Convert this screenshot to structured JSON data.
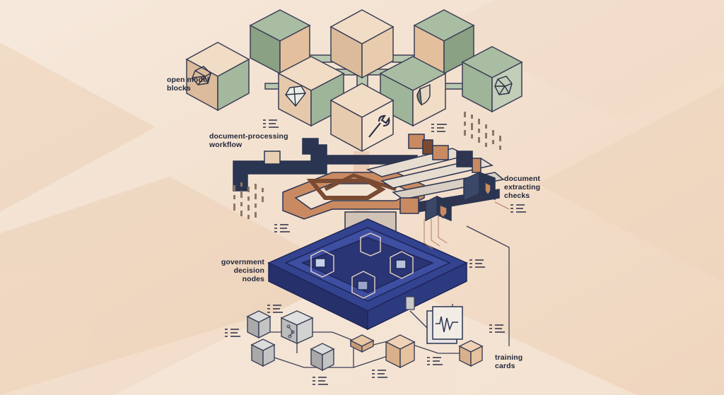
{
  "labels": {
    "open_model_blocks": [
      "open model",
      "blocks"
    ],
    "document_workflow": [
      "document-processing",
      "workflow"
    ],
    "document_checks": [
      "document",
      "extracting",
      "checks"
    ],
    "government_nodes": [
      "government",
      "decision",
      "nodes"
    ],
    "training_cards": [
      "training",
      "cards"
    ]
  },
  "colors": {
    "background": "#f3e3d3",
    "navy": "#2f3b8a",
    "dark_navy": "#2a3552",
    "sage": "#9fb59a",
    "peach": "#e9c6a4",
    "copper": "#c98a62",
    "grey": "#c9c9c9",
    "line": "#3b3f55"
  },
  "icons": [
    "polyhedron-icon",
    "gem-icon",
    "shield-icon",
    "wrench-icon",
    "waveform-icon",
    "network-icon"
  ]
}
